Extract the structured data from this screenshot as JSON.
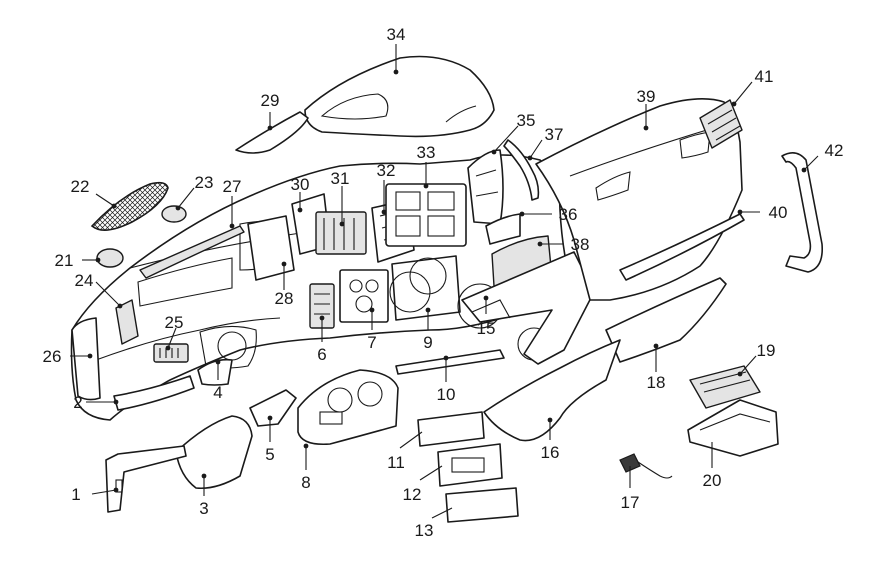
{
  "callouts": [
    {
      "id": "1",
      "text": "1"
    },
    {
      "id": "2",
      "text": "2"
    },
    {
      "id": "3",
      "text": "3"
    },
    {
      "id": "4",
      "text": "4"
    },
    {
      "id": "5",
      "text": "5"
    },
    {
      "id": "6",
      "text": "6"
    },
    {
      "id": "7",
      "text": "7"
    },
    {
      "id": "8",
      "text": "8"
    },
    {
      "id": "9",
      "text": "9"
    },
    {
      "id": "10",
      "text": "10"
    },
    {
      "id": "11",
      "text": "11"
    },
    {
      "id": "12",
      "text": "12"
    },
    {
      "id": "13",
      "text": "13"
    },
    {
      "id": "15",
      "text": "15"
    },
    {
      "id": "16",
      "text": "16"
    },
    {
      "id": "17",
      "text": "17"
    },
    {
      "id": "18",
      "text": "18"
    },
    {
      "id": "19",
      "text": "19"
    },
    {
      "id": "20",
      "text": "20"
    },
    {
      "id": "21",
      "text": "21"
    },
    {
      "id": "22",
      "text": "22"
    },
    {
      "id": "23",
      "text": "23"
    },
    {
      "id": "24",
      "text": "24"
    },
    {
      "id": "25",
      "text": "25"
    },
    {
      "id": "26",
      "text": "26"
    },
    {
      "id": "27",
      "text": "27"
    },
    {
      "id": "28",
      "text": "28"
    },
    {
      "id": "29",
      "text": "29"
    },
    {
      "id": "30",
      "text": "30"
    },
    {
      "id": "31",
      "text": "31"
    },
    {
      "id": "32",
      "text": "32"
    },
    {
      "id": "33",
      "text": "33"
    },
    {
      "id": "34",
      "text": "34"
    },
    {
      "id": "35",
      "text": "35"
    },
    {
      "id": "36",
      "text": "36"
    },
    {
      "id": "37",
      "text": "37"
    },
    {
      "id": "38",
      "text": "38"
    },
    {
      "id": "39",
      "text": "39"
    },
    {
      "id": "40",
      "text": "40"
    },
    {
      "id": "41",
      "text": "41"
    },
    {
      "id": "42",
      "text": "42"
    }
  ]
}
